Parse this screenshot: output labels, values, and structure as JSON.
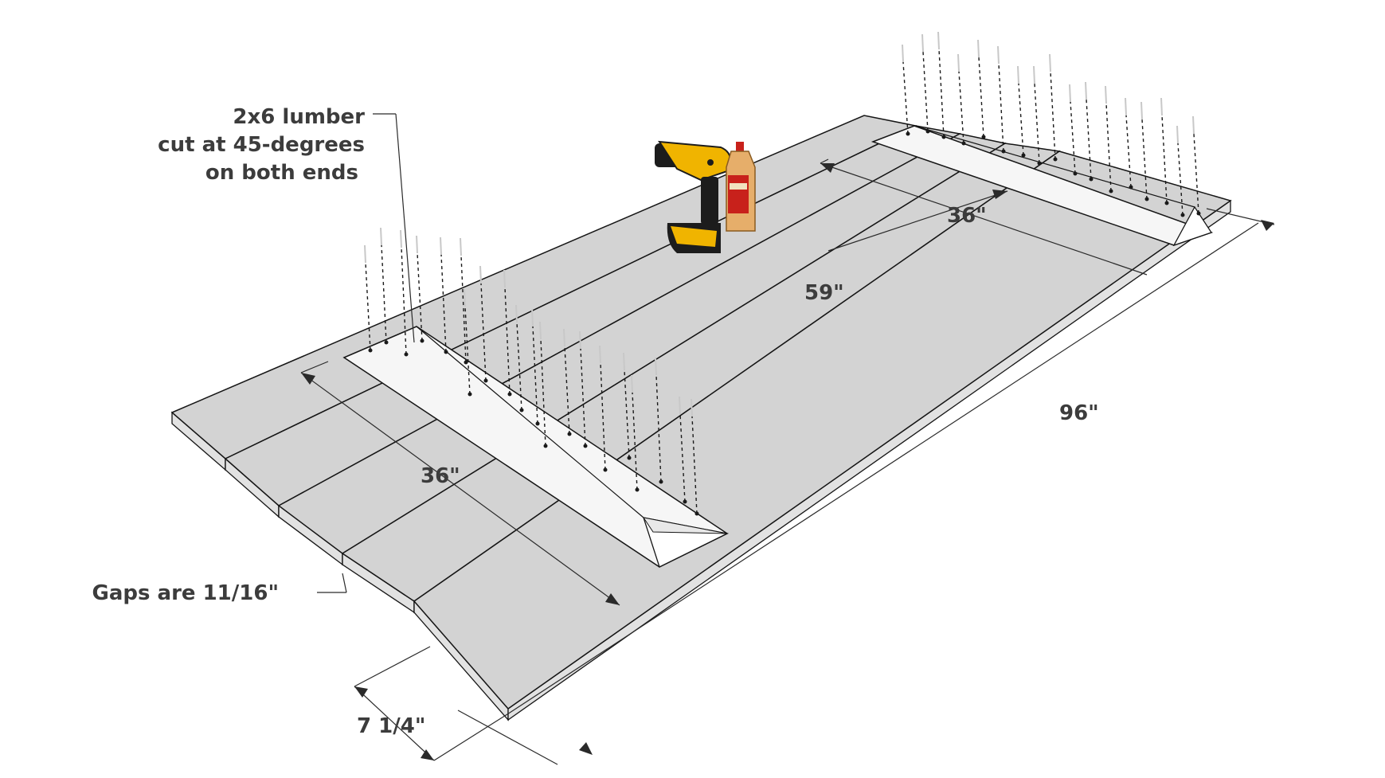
{
  "labels": {
    "lumber_line1": "2x6 lumber",
    "lumber_line2": "cut at 45-degrees",
    "lumber_line3": "on both ends",
    "gaps": "Gaps are 11/16\"",
    "board_width": "7 1/4\"",
    "cleat_left": "36\"",
    "cleat_right": "36\"",
    "between_cleats": "59\"",
    "overall_length": "96\""
  },
  "colors": {
    "board_top": "#d3d3d3",
    "board_edge": "#e2e2e2",
    "outline": "#151515",
    "screw": "#c8c8c8",
    "drill_yellow": "#f0b400",
    "drill_black": "#1c1c1c",
    "glue_bottle": "#e6ae6a",
    "glue_cap": "#c8211b"
  },
  "icons": [
    "cordless-drill-icon",
    "wood-glue-bottle-icon",
    "screw-icon"
  ]
}
